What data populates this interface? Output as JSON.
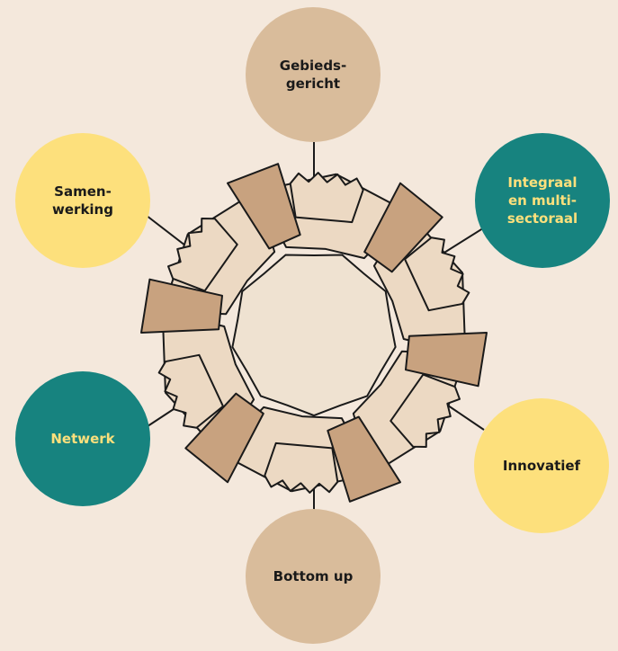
{
  "nodes": {
    "top": {
      "label": "Gebieds-\ngericht",
      "color": "#d9bc9b"
    },
    "top_right": {
      "label": "Integraal\nen multi-\nsectoraal",
      "color": "#17837f"
    },
    "bottom_right": {
      "label": "Innovatief",
      "color": "#fde07c"
    },
    "bottom": {
      "label": "Bottom up",
      "color": "#d9bc9b"
    },
    "bottom_left": {
      "label": "Netwerk",
      "color": "#17837f"
    },
    "top_left": {
      "label": "Samen-\nwerking",
      "color": "#fde07c"
    }
  },
  "center_graphic": "ring-of-clasped-hands",
  "colors": {
    "background": "#f4e8dc",
    "hand_light": "#ecd9c3",
    "hand_dark": "#c8a27f",
    "outline": "#1a1a1a"
  }
}
